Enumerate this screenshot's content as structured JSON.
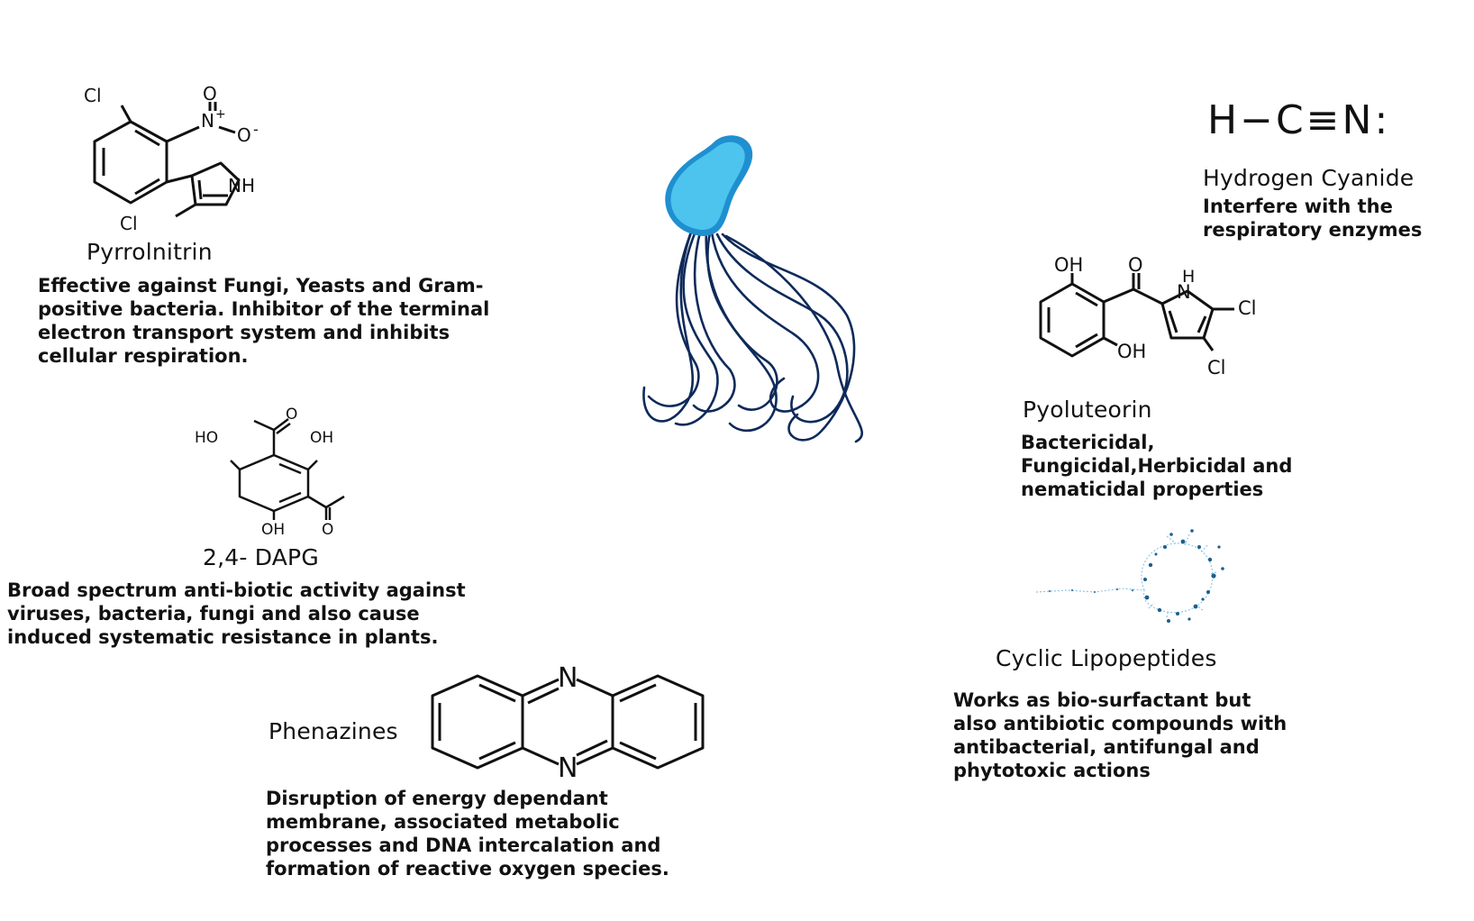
{
  "pyrrolnitrin": {
    "name": "Pyrrolnitrin",
    "description": "Effective against Fungi, Yeasts and Gram-\npositive bacteria. Inhibitor of the terminal\nelectron transport system and inhibits\ncellular respiration.",
    "atoms": {
      "cl_top": "Cl",
      "cl_bottom": "Cl",
      "nh": "NH",
      "n": "N",
      "o_top": "O",
      "o_minus": "O",
      "plus": "+",
      "minus": "-"
    }
  },
  "dapg": {
    "name": "2,4- DAPG",
    "description": "Broad spectrum anti-biotic activity against\nviruses, bacteria, fungi and also cause\ninduced systematic resistance in plants.",
    "atoms": {
      "ho": "HO",
      "oh_right": "OH",
      "oh_bottom": "OH",
      "o_top": "O",
      "o_bottom": "O"
    }
  },
  "phenazines": {
    "name": "Phenazines",
    "description": "Disruption of energy dependant\nmembrane, associated metabolic\nprocesses and DNA intercalation and\nformation of reactive oxygen species.",
    "atoms": {
      "n_top": "N",
      "n_bottom": "N"
    }
  },
  "hydrogen_cyanide": {
    "formula": "H−C≡N:",
    "name": "Hydrogen Cyanide",
    "description": "Interfere with the\nrespiratory enzymes"
  },
  "pyoluteorin": {
    "name": "Pyoluteorin",
    "description": " Bactericidal,\nFungicidal,Herbicidal and\nnematicidal properties",
    "atoms": {
      "oh_top": "OH",
      "o_top": "O",
      "h": "H",
      "n": "N",
      "cl_right": "Cl",
      "oh_bottom": "OH",
      "cl_bottom": "Cl"
    }
  },
  "cyclic_lipopeptides": {
    "name": "Cyclic Lipopeptides",
    "description": "Works as bio-surfactant but\nalso antibiotic compounds with\nantibacterial, antifungal and\nphytotoxic actions"
  },
  "colors": {
    "bacterium_body": "#4cc4ee",
    "bacterium_outline": "#1f8fd0",
    "flagella": "#0e2a5a",
    "peptide_dots": "#1b5f8e",
    "text": "#111111"
  },
  "icons": {
    "bacterium": "bacterium-icon",
    "lipopeptide": "lipopeptide-molecule-icon"
  }
}
